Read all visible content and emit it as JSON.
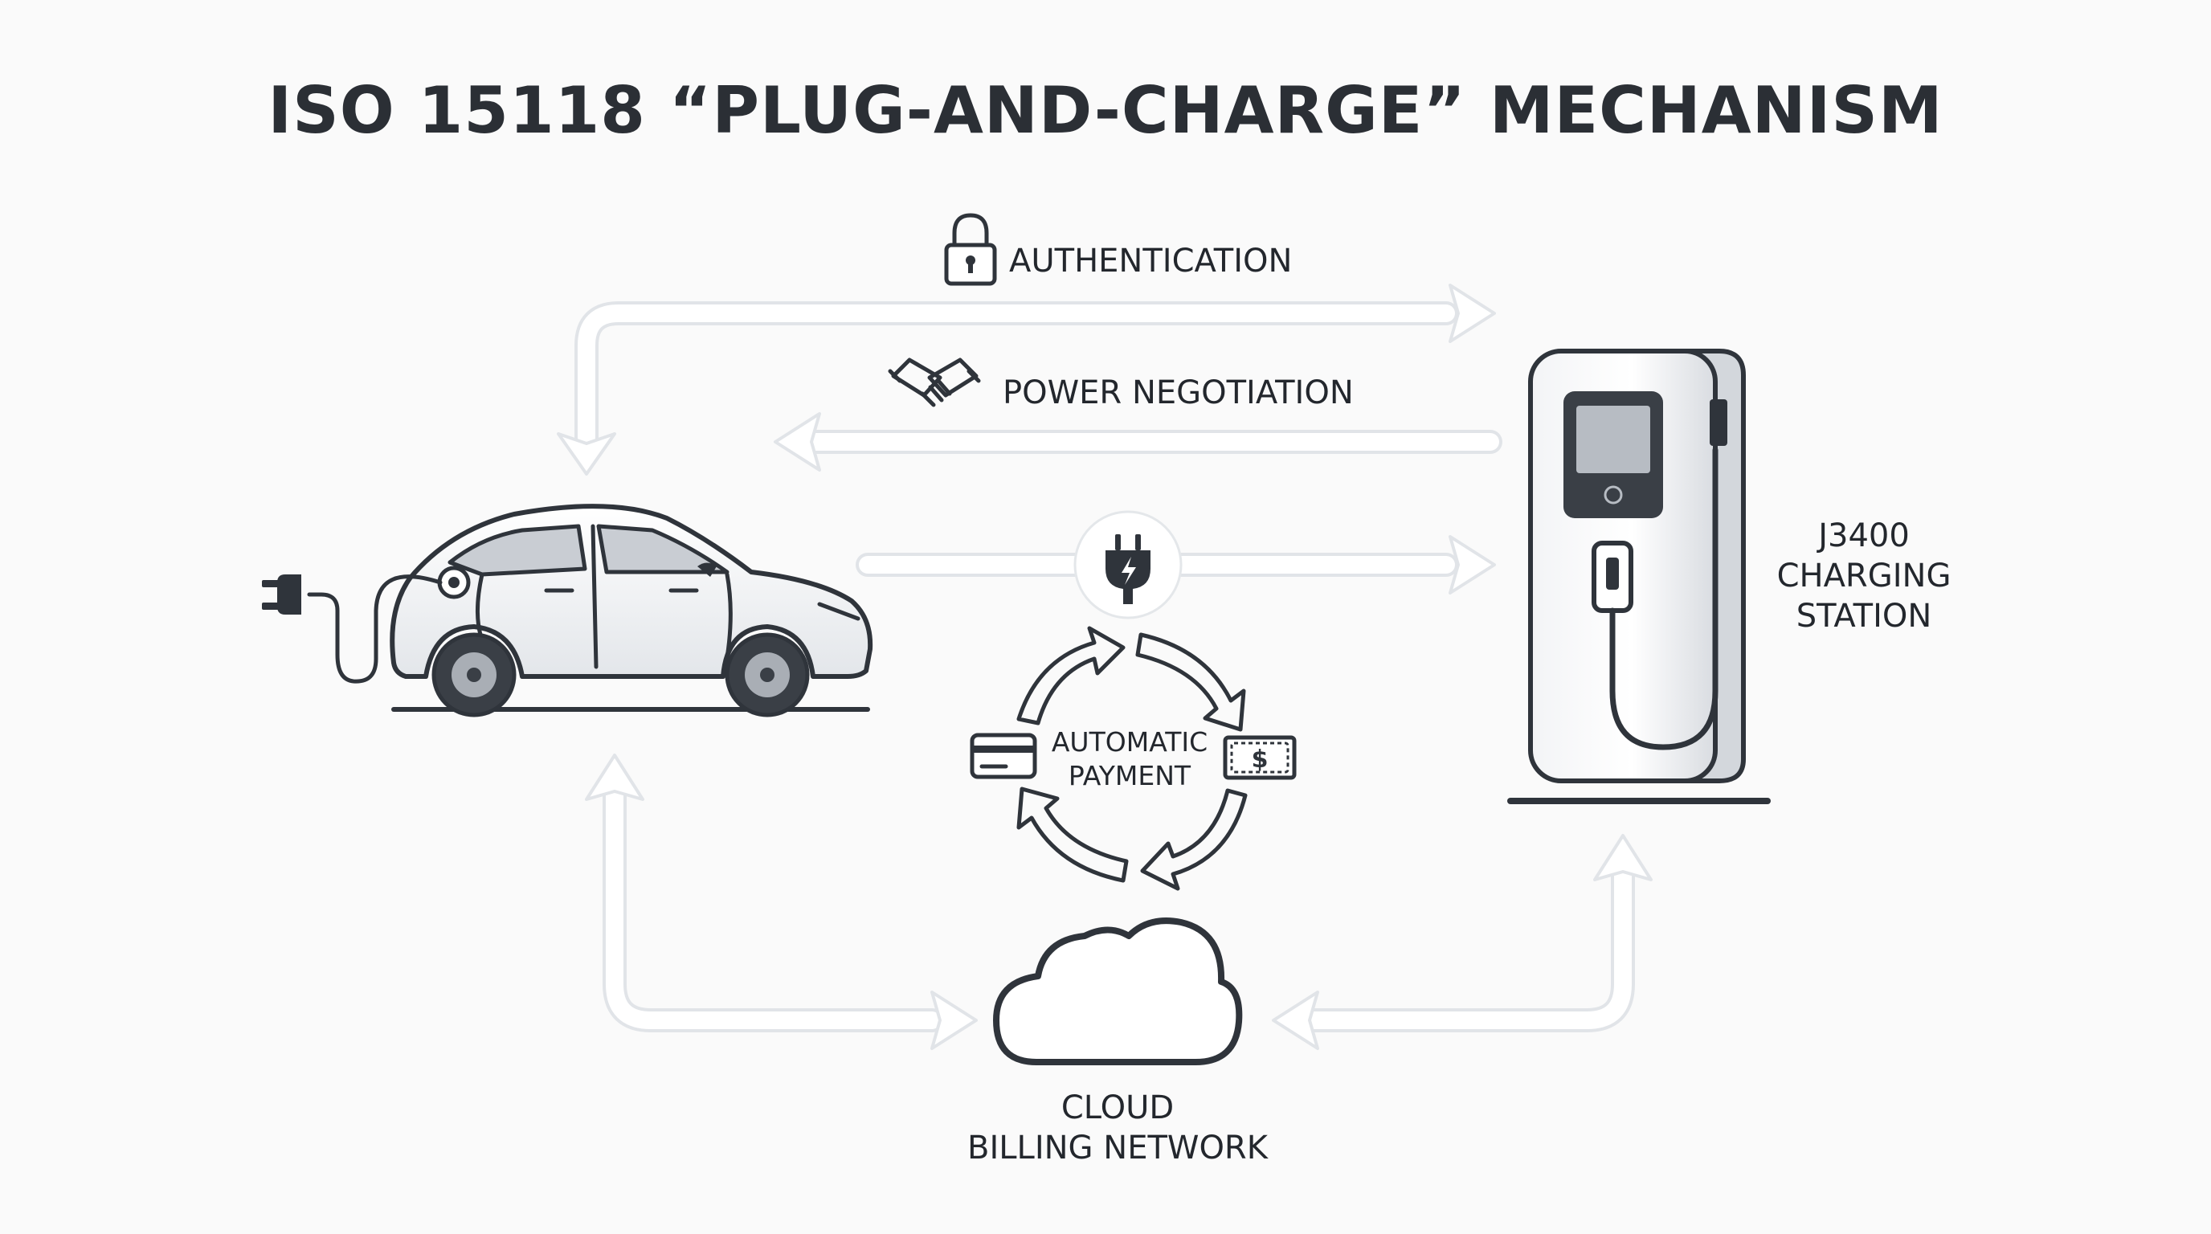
{
  "title": "ISO 15118 “PLUG-AND-CHARGE” MECHANISM",
  "flows": {
    "authentication": "AUTHENTICATION",
    "power_negotiation": "POWER NEGOTIATION"
  },
  "payment": {
    "line1": "AUTOMATIC",
    "line2": "PAYMENT"
  },
  "station": {
    "line1": "J3400",
    "line2": "CHARGING",
    "line3": "STATION"
  },
  "cloud": {
    "line1": "CLOUD",
    "line2": "BILLING NETWORK"
  },
  "icons": {
    "authentication": "padlock-icon",
    "power_negotiation": "handshake-icon",
    "charging": "plug-bolt-icon",
    "payment_left": "credit-card-icon",
    "payment_right": "banknote-icon",
    "cloud": "cloud-icon",
    "vehicle": "electric-car-icon",
    "station": "charging-station-icon"
  },
  "colors": {
    "ink": "#2f343b",
    "arrow": "#ffffff",
    "arrow_outline": "#e1e4e8",
    "background": "#fafafa"
  }
}
